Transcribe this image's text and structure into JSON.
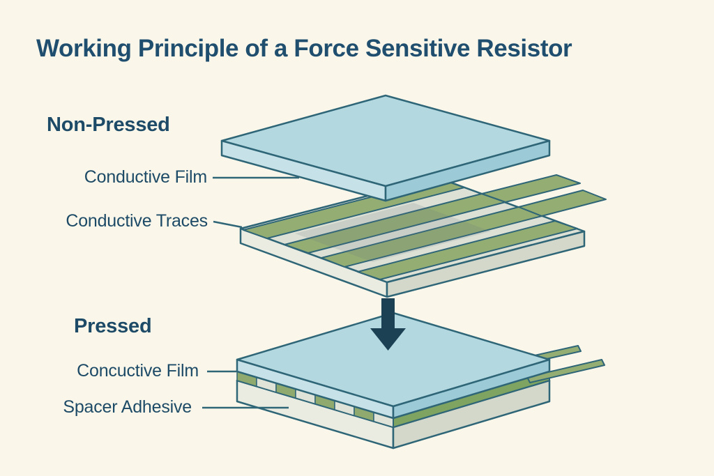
{
  "title": "Working Principle of a Force Sensitive Resistor",
  "non_pressed": {
    "heading": "Non-Pressed",
    "film_label": "Conductive Film",
    "traces_label": "Conductive Traces"
  },
  "pressed": {
    "heading": "Pressed",
    "film_label": "Concuctive Film",
    "spacer_label": "Spacer Adhesive"
  },
  "icons": {
    "press_arrow": "down-arrow"
  },
  "colors": {
    "background": "#FAF7EA",
    "title_text": "#1F4E6E",
    "label_text": "#1D4A66",
    "outline": "#2E6577",
    "film_top": "#B3D8E0",
    "film_light_side": "#C6E2E8",
    "film_dark_side": "#9CCAD6",
    "substrate_top": "#DDE1D5",
    "substrate_light_side": "#EAECE1",
    "substrate_dark_side": "#D4D8CB",
    "trace_green": "#94AD73",
    "trace_green_dark": "#7FA361",
    "press_arrow": "#1D4154",
    "film_shadow": "rgba(98,118,130,0.16)"
  }
}
